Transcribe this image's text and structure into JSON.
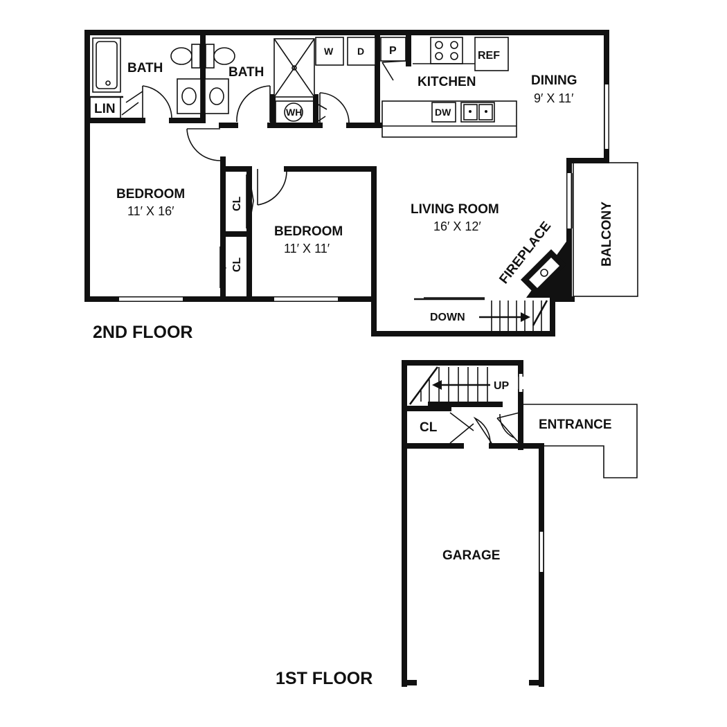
{
  "floors": {
    "second": {
      "label": "2ND FLOOR",
      "rooms": {
        "bath_left": {
          "name": "BATH"
        },
        "bath_right": {
          "name": "BATH"
        },
        "linen": {
          "name": "LIN"
        },
        "washer": {
          "name": "W"
        },
        "dryer": {
          "name": "D"
        },
        "pantry": {
          "name": "P"
        },
        "refrigerator": {
          "name": "REF"
        },
        "kitchen": {
          "name": "KITCHEN"
        },
        "dishwasher": {
          "name": "DW"
        },
        "water_heater": {
          "name": "WH"
        },
        "dining": {
          "name": "DINING",
          "size": "9′ X 11′"
        },
        "bedroom_1": {
          "name": "BEDROOM",
          "size": "11′ X 16′"
        },
        "bedroom_2": {
          "name": "BEDROOM",
          "size": "11′ X 11′"
        },
        "closet_1": {
          "name": "CL"
        },
        "closet_2": {
          "name": "CL"
        },
        "living_room": {
          "name": "LIVING ROOM",
          "size": "16′ X 12′"
        },
        "fireplace": {
          "name": "FIREPLACE"
        },
        "balcony": {
          "name": "BALCONY"
        },
        "stairs": {
          "name": "DOWN"
        }
      }
    },
    "first": {
      "label": "1ST FLOOR",
      "rooms": {
        "stairs": {
          "name": "UP"
        },
        "closet": {
          "name": "CL"
        },
        "entrance": {
          "name": "ENTRANCE"
        },
        "garage": {
          "name": "GARAGE"
        }
      }
    }
  }
}
